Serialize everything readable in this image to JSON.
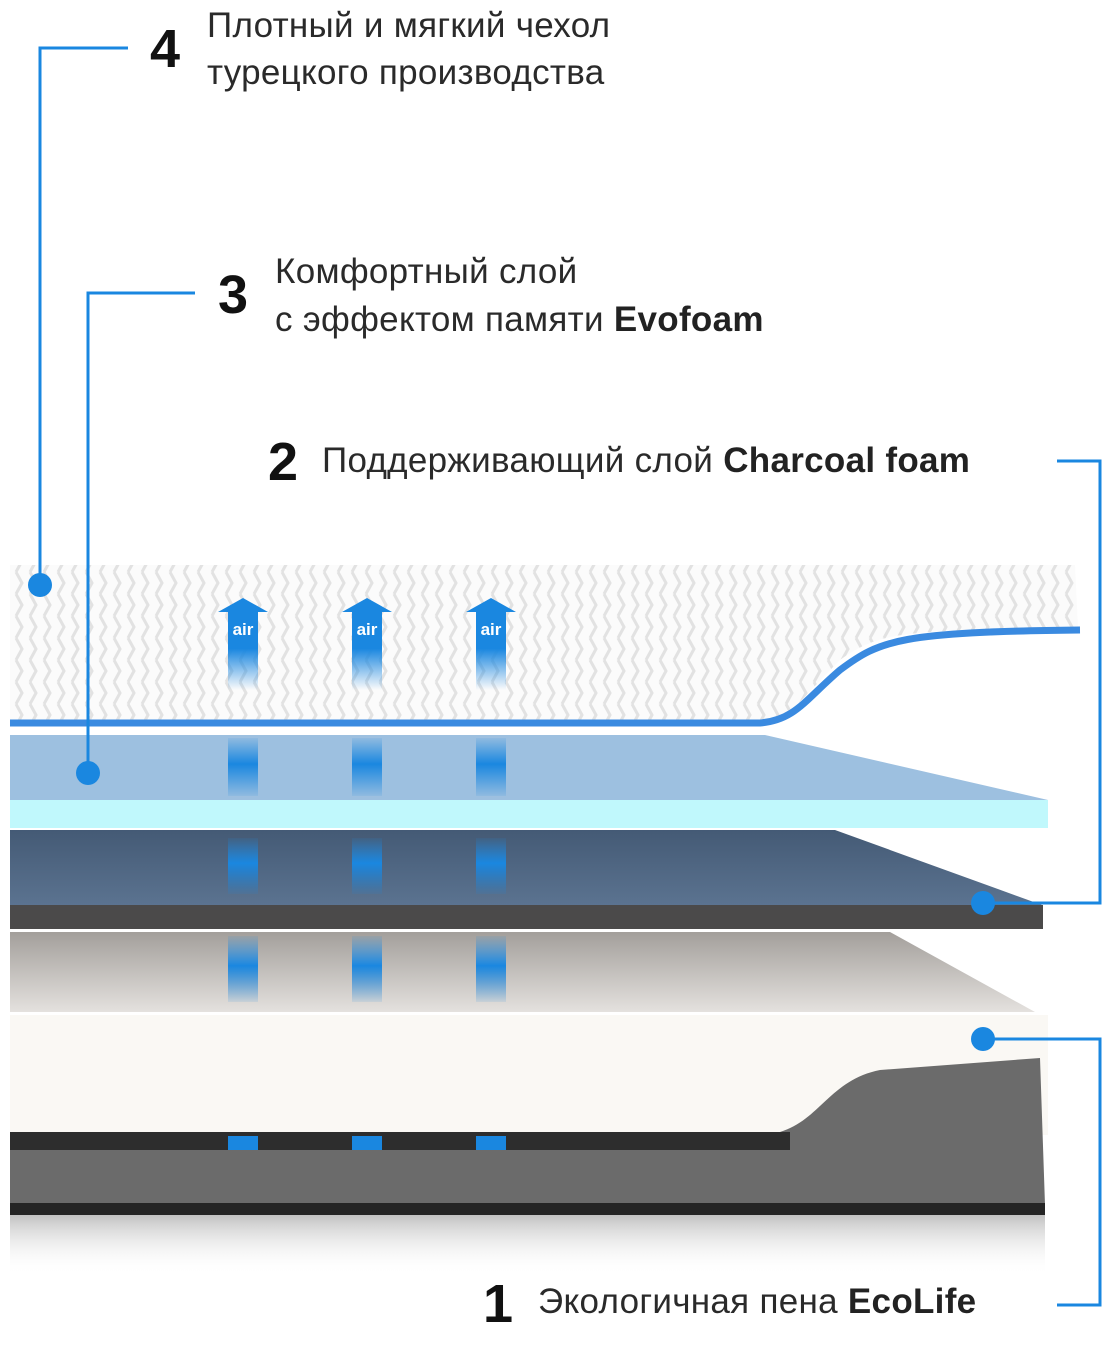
{
  "layers": [
    {
      "number": "4",
      "line1": "Плотный и мягкий чехол",
      "line2": "турецкого производства"
    },
    {
      "number": "3",
      "line1": "Комфортный слой",
      "line2_prefix": "с эффектом памяти ",
      "line2_bold": "Evofoam"
    },
    {
      "number": "2",
      "text_prefix": "Поддерживающий слой ",
      "text_bold": "Charcoal foam"
    },
    {
      "number": "1",
      "text_prefix": "Экологичная пена ",
      "text_bold": "EcoLife"
    }
  ],
  "air_label": "air",
  "colors": {
    "accent": "#1a87e0",
    "cover_edge": "#3a8ae0",
    "evofoam": "#9dc0e0",
    "cyan_strip": "#c0f8fc",
    "charcoal": "#4f6784",
    "base": "#6a6a6a"
  }
}
